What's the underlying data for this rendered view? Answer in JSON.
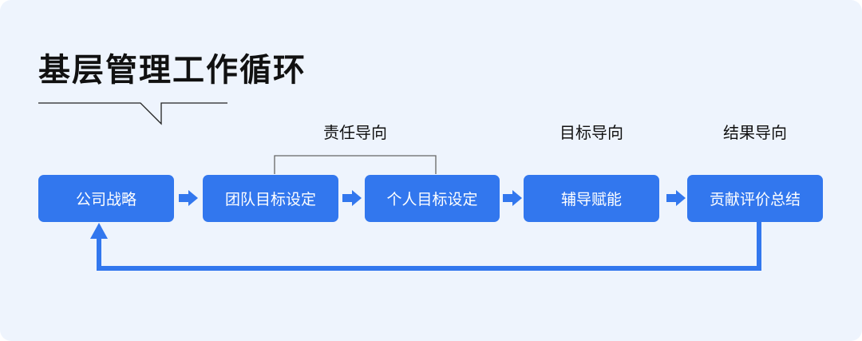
{
  "title": "基层管理工作循环",
  "steps": [
    {
      "label": "公司战略"
    },
    {
      "label": "团队目标设定"
    },
    {
      "label": "个人目标设定"
    },
    {
      "label": "辅导赋能"
    },
    {
      "label": "贡献评价总结"
    }
  ],
  "group_labels": [
    {
      "label": "责任导向"
    },
    {
      "label": "目标导向"
    },
    {
      "label": "结果导向"
    }
  ],
  "colors": {
    "background": "#eef4fd",
    "box": "#3277ee",
    "arrow": "#3277ee",
    "bracket": "#666666",
    "title_text": "#111111"
  }
}
